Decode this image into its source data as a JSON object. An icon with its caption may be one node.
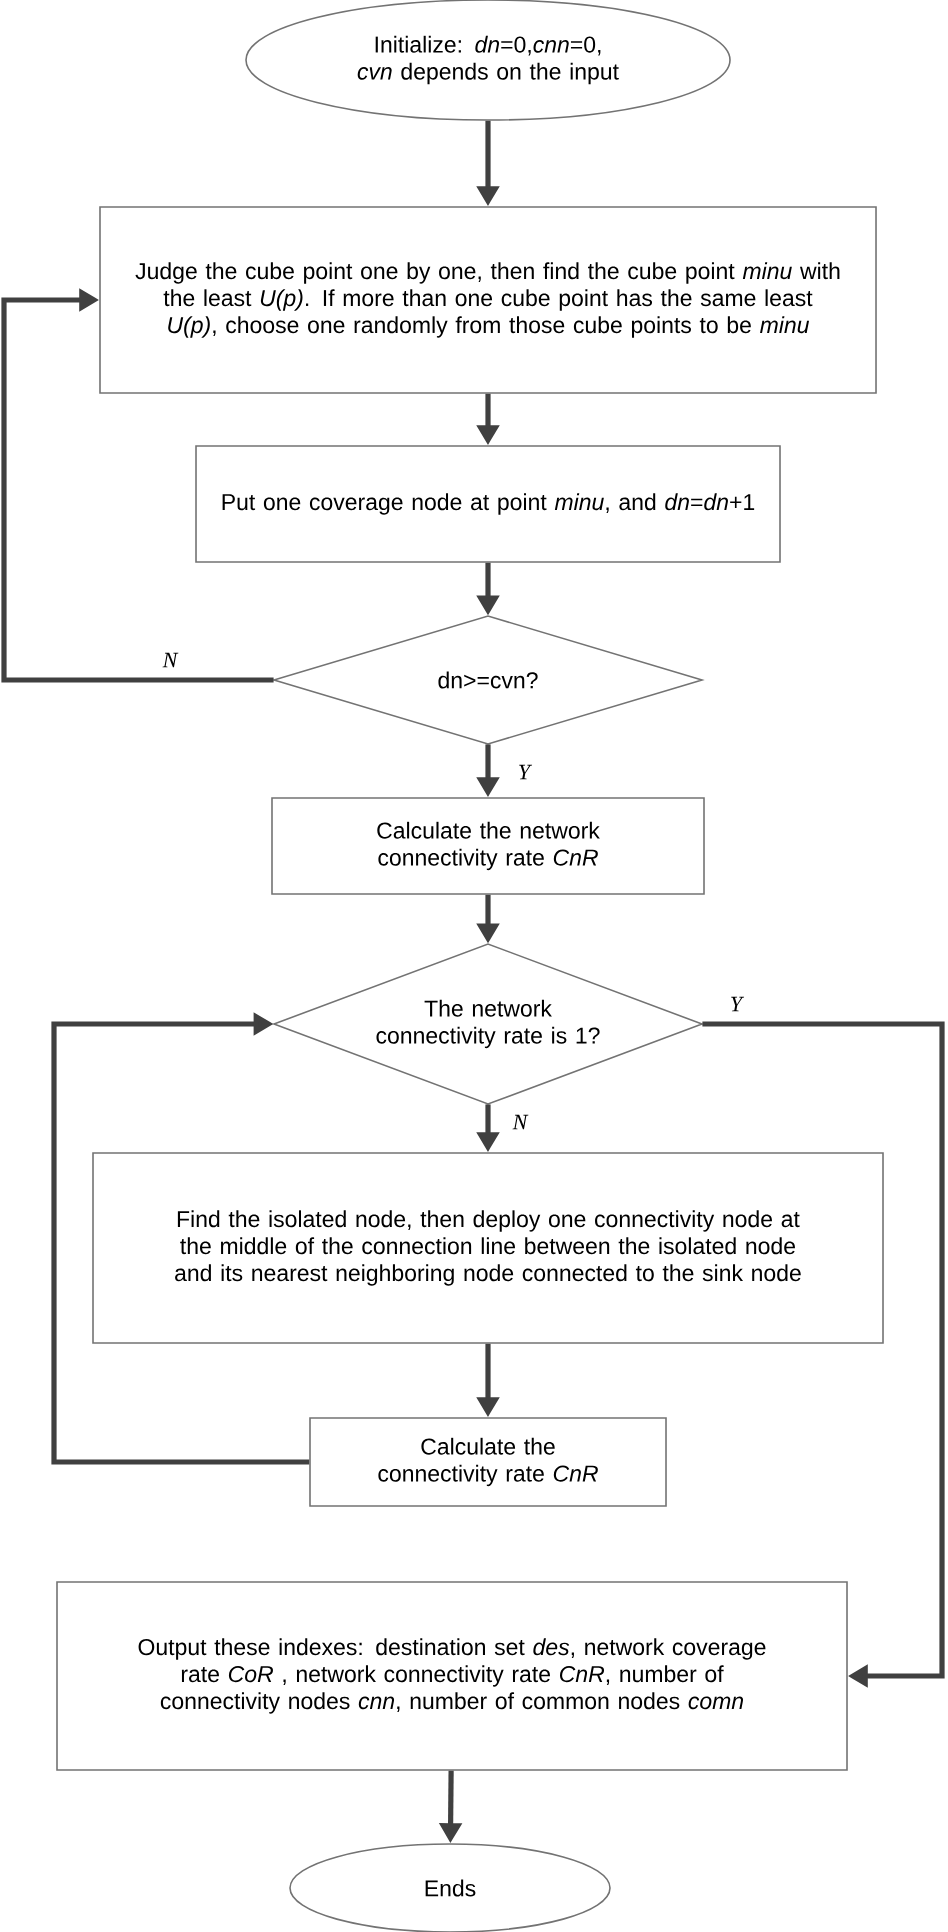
{
  "diagram": {
    "nodes": [
      {
        "text": [
          "Initialize: *dn*=0,*cnn*=0, *cvn* depends on the input"
        ]
      },
      {
        "text": [
          "Judge the cube point one by one, then find the cube point *minu* with the least *U(p)*. If more than one cube point has the same least *U(p)*, choose one randomly from those cube points to be *minu*"
        ]
      },
      {
        "text": [
          "Put one coverage node at point *minu*, and *dn*=*dn*+1"
        ]
      },
      {
        "text": [
          "dn>=cvn?"
        ]
      },
      {
        "text": [
          "Calculate the network connectivity rate *CnR*"
        ]
      },
      {
        "text": [
          "The network connectivity rate is 1?"
        ]
      },
      {
        "text": [
          "Find the isolated node, then deploy one connectivity node at the middle of the connection line between the isolated node and its nearest neighboring node connected to the sink node"
        ]
      },
      {
        "text": [
          "Calculate the connectivity rate *CnR*"
        ]
      },
      {
        "text": [
          "Output these indexes: destination set *des*, network coverage rate *CoR* , network connectivity rate *CnR*, number of connectivity nodes *cnn*, number of common nodes *comn*"
        ]
      },
      {
        "text": [
          "Ends"
        ]
      }
    ],
    "edges": [
      {
        "from": 0,
        "to": 1,
        "arrow": "to"
      },
      {
        "from": 1,
        "to": 2,
        "arrow": "to"
      },
      {
        "from": 2,
        "to": 3,
        "arrow": "to"
      },
      {
        "from": 3,
        "to": 1,
        "arrow": "to",
        "label": "N"
      },
      {
        "from": 3,
        "to": 4,
        "arrow": "to",
        "label": "Y"
      },
      {
        "from": 4,
        "to": 5,
        "arrow": "to"
      },
      {
        "from": 5,
        "to": 6,
        "arrow": "to",
        "label": "N"
      },
      {
        "from": 6,
        "to": 7,
        "arrow": "to"
      },
      {
        "from": 7,
        "to": 5,
        "arrow": "to"
      },
      {
        "from": 5,
        "to": 8,
        "arrow": "to",
        "label": "Y"
      },
      {
        "from": 8,
        "to": 9,
        "arrow": "to"
      }
    ]
  }
}
